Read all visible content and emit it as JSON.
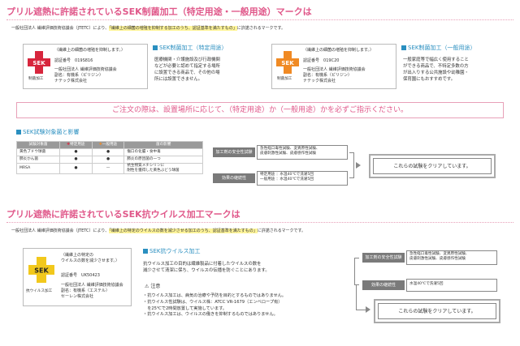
{
  "section1": {
    "title": "プリル遮熱に許諾されているSEK制菌加工（特定用途・一般用途）マークは",
    "intro_pre": "一般社団法人 繊維評価技術協議会（JTETC）により、",
    "intro_hl": "「繊維上の細菌の増殖を抑制する加工のうち、認証基準を満たすもの」",
    "intro_post": "に許諾されるマークです。",
    "mark1": {
      "note": "（繊維上の細菌の増殖を抑制します。）",
      "cert_label": "認証番号",
      "cert_no": "019S816",
      "org1": "一般社団法人 繊維評価技術協議会",
      "org2": "副名：有機系（ピリジン）",
      "company": "ナテック株式会社",
      "logo_caption": "制菌加工",
      "logo_text": "SEK"
    },
    "specific": {
      "heading": "SEK制菌加工（特定用途）",
      "desc1": "医療機関・介護施設及び行政機関",
      "desc2": "などが必要と認めて指定する場所",
      "desc3": "に設置できる商品で、その他の場",
      "desc4": "所には設置できません。"
    },
    "mark2": {
      "note": "（繊維上の細菌の増殖を抑制します。）",
      "cert_label": "認証番号",
      "cert_no": "019C20",
      "org1": "一般社団法人 繊維評価技術協議会",
      "org2": "副名：有機系（ピリジン）",
      "company": "ナテック株式会社",
      "logo_caption": "制菌加工",
      "logo_text": "SEK"
    },
    "general": {
      "heading": "SEK制菌加工（一般用途）",
      "desc1": "一般家庭等で幅広く使用すること",
      "desc2": "ができる商品で、不特定多数の方",
      "desc3": "が出入りする公共施設や幼稚園・",
      "desc4": "保育園にもおすすめです。"
    },
    "notice": "ご注文の際は、設置場所に応じて、（特定用途）か（一般用途）かを必ずご指示ください。",
    "bacteria": {
      "heading": "SEK試験対象菌と影響",
      "columns": [
        "試験対象菌",
        "特定用途",
        "一般用途",
        "菌の影響"
      ],
      "rows": [
        [
          "黄色ブドウ球菌",
          "●",
          "●",
          "傷口の化膿・食中毒"
        ],
        [
          "肺炎かん菌",
          "●",
          "●",
          "肺炎の原因菌の一つ"
        ],
        [
          "MRSA",
          "●",
          "—",
          "抗生物質メチシリンに"
        ],
        [
          "",
          "",
          "",
          "耐性を獲得した黄色ぶどう球菌"
        ]
      ]
    },
    "flow": {
      "safety_label": "加工剤の安全性試験",
      "safety_items": [
        "急性経口毒性試験、変異原性試験、",
        "皮膚刺激性試験、皮膚感作性試験"
      ],
      "durability_label": "効果の継続性",
      "durability_items": [
        "特定用途 ：水温40℃で洗濯5回",
        "一般用途 ：水温40℃で洗濯5回"
      ],
      "result": "これらの試験をクリアしています。"
    }
  },
  "section2": {
    "title": "プリル遮熱に許諾されているSEK抗ウイルス加工マークは",
    "intro_pre": "一般社団法人 繊維評価技術協議会（JTETC）により、",
    "intro_hl": "「繊維上の特定のウイルスの数を減少させる加工のうち、認証基準を満たすもの」",
    "intro_post": "に許諾されるマークです。",
    "mark": {
      "note1": "（繊維上の特定の",
      "note2": "ウイルスの数を減少させます。）",
      "cert_label": "認証番号",
      "cert_no": "UK50423",
      "org1": "一般社団法人 繊維評価技術協議会",
      "org2": "副名：有機系（エステル）",
      "company": "セーレン株式会社",
      "logo_caption": "抗ウイルス加工",
      "logo_text": "SEK"
    },
    "heading": "SEK抗ウイルス加工",
    "desc1": "抗ウイルス加工の目的は繊維製品に付着したウイルスの数を",
    "desc2": "減少させて清潔に保ち、ウイルスの伝播を防ぐことにあります。",
    "caution_title": "注意",
    "cautions": [
      "・抗ウイルス加工は、病気の治療や予防を目的とするものではありません。",
      "・抗ウイルス性試験は、ウイルス株：ATCC VR-1679（エンベロープ有）",
      "　を25℃で2時間放置して実施しています。",
      "・抗ウイルス加工は、ウイルスの働きを抑制するものではありません。"
    ],
    "flow": {
      "safety_label": "加工剤の安全性試験",
      "safety_items": [
        "急性経口毒性試験、変異原性試験、",
        "皮膚刺激性試験、皮膚感作性試験"
      ],
      "durability_label": "効果の継続性",
      "durability_items": [
        "水温40℃で洗濯5回"
      ],
      "result": "これらの試験をクリアしています。"
    }
  },
  "colors": {
    "pink": "#e0588a",
    "blue": "#2a8fc0",
    "sek_red": "#d7263d",
    "sek_orange": "#f08a24",
    "sek_yellow": "#f2c81c"
  }
}
